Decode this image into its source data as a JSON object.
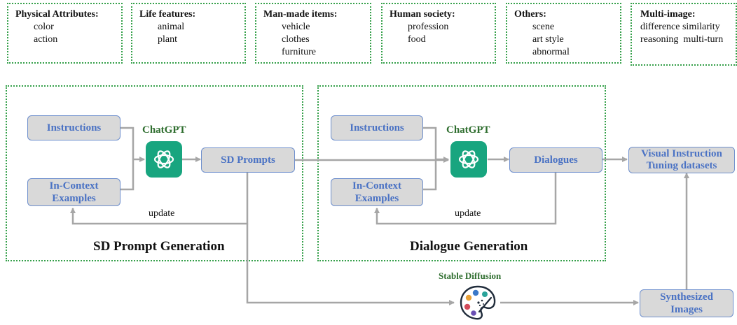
{
  "categories": [
    {
      "title": "Physical Attributes:",
      "items": [
        "color",
        "action"
      ]
    },
    {
      "title": "Life features:",
      "items": [
        "animal",
        "plant"
      ]
    },
    {
      "title": "Man-made items:",
      "items": [
        "vehicle",
        "clothes",
        "furniture"
      ]
    },
    {
      "title": "Human society:",
      "items": [
        "profession",
        "food"
      ]
    },
    {
      "title": "Others:",
      "items": [
        "scene",
        "art style",
        "abnormal"
      ]
    },
    {
      "title": "Multi-image:",
      "items": [
        "difference similarity",
        "reasoning  multi-turn"
      ]
    }
  ],
  "sd_panel": {
    "title": "SD Prompt Generation",
    "instructions": "Instructions",
    "examples_line1": "In-Context",
    "examples_line2": "Examples",
    "chatgpt": "ChatGPT",
    "output": "SD Prompts",
    "update": "update"
  },
  "dialogue_panel": {
    "title": "Dialogue Generation",
    "instructions": "Instructions",
    "examples_line1": "In-Context",
    "examples_line2": "Examples",
    "chatgpt": "ChatGPT",
    "output": "Dialogues",
    "update": "update"
  },
  "stable_diffusion": {
    "label": "Stable Diffusion",
    "icon": "palette-icon"
  },
  "synthesized": {
    "line1": "Synthesized",
    "line2": "Images"
  },
  "final_output": {
    "line1": "Visual Instruction",
    "line2": "Tuning datasets"
  },
  "colors": {
    "node_fill": "#d9d9d9",
    "node_border": "#6e8fcd",
    "node_text": "#4a72c4",
    "dotted_border": "#35a04a",
    "chatgpt_green": "#18a57f",
    "label_green": "#2f6e2f",
    "arrow": "#a6a6a6"
  }
}
